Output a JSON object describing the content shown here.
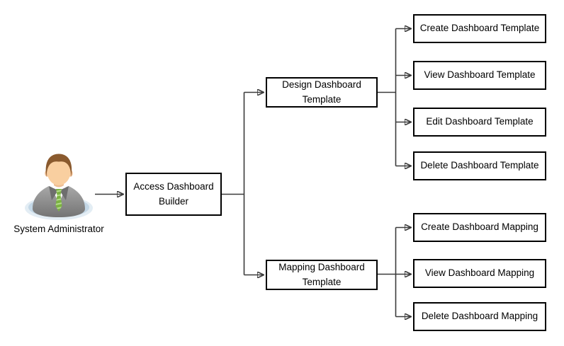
{
  "diagram": {
    "actor": {
      "label": "System Administrator"
    },
    "root": {
      "label": "Access Dashboard Builder"
    },
    "branches": [
      {
        "label": "Design Dashboard Template",
        "children": [
          {
            "label": "Create Dashboard Template"
          },
          {
            "label": "View Dashboard Template"
          },
          {
            "label": "Edit Dashboard Template"
          },
          {
            "label": "Delete Dashboard Template"
          }
        ]
      },
      {
        "label": "Mapping Dashboard Template",
        "children": [
          {
            "label": "Create Dashboard Mapping"
          },
          {
            "label": "View Dashboard Mapping"
          },
          {
            "label": "Delete Dashboard Mapping"
          }
        ]
      }
    ],
    "palette": {
      "background": "#ffffff",
      "box_border": "#000000",
      "box_fill": "#ffffff",
      "connector_line": "#3a3a3a",
      "arrowhead": "#000000",
      "icon_suit_gray": "#8e8e8e",
      "icon_tie_green": "#7cb342",
      "icon_skin": "#f9cfa0",
      "icon_hair_brown": "#8a5a2e",
      "icon_base_blue": "#c3d7e6"
    }
  }
}
